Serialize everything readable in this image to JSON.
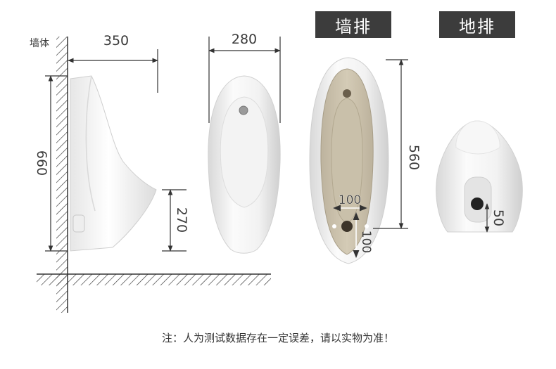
{
  "labels": {
    "wall": "墙体",
    "depth": "350",
    "width": "280",
    "height": "660",
    "outlet_height": "270",
    "inlet_height": "560",
    "drain_spacing_h": "100",
    "drain_spacing_v": "100",
    "floor_outlet": "50"
  },
  "badges": {
    "wall_drain": "墙排",
    "floor_drain": "地排"
  },
  "note": "注：人为测试数据存在一定误差，请以实物为准！"
}
